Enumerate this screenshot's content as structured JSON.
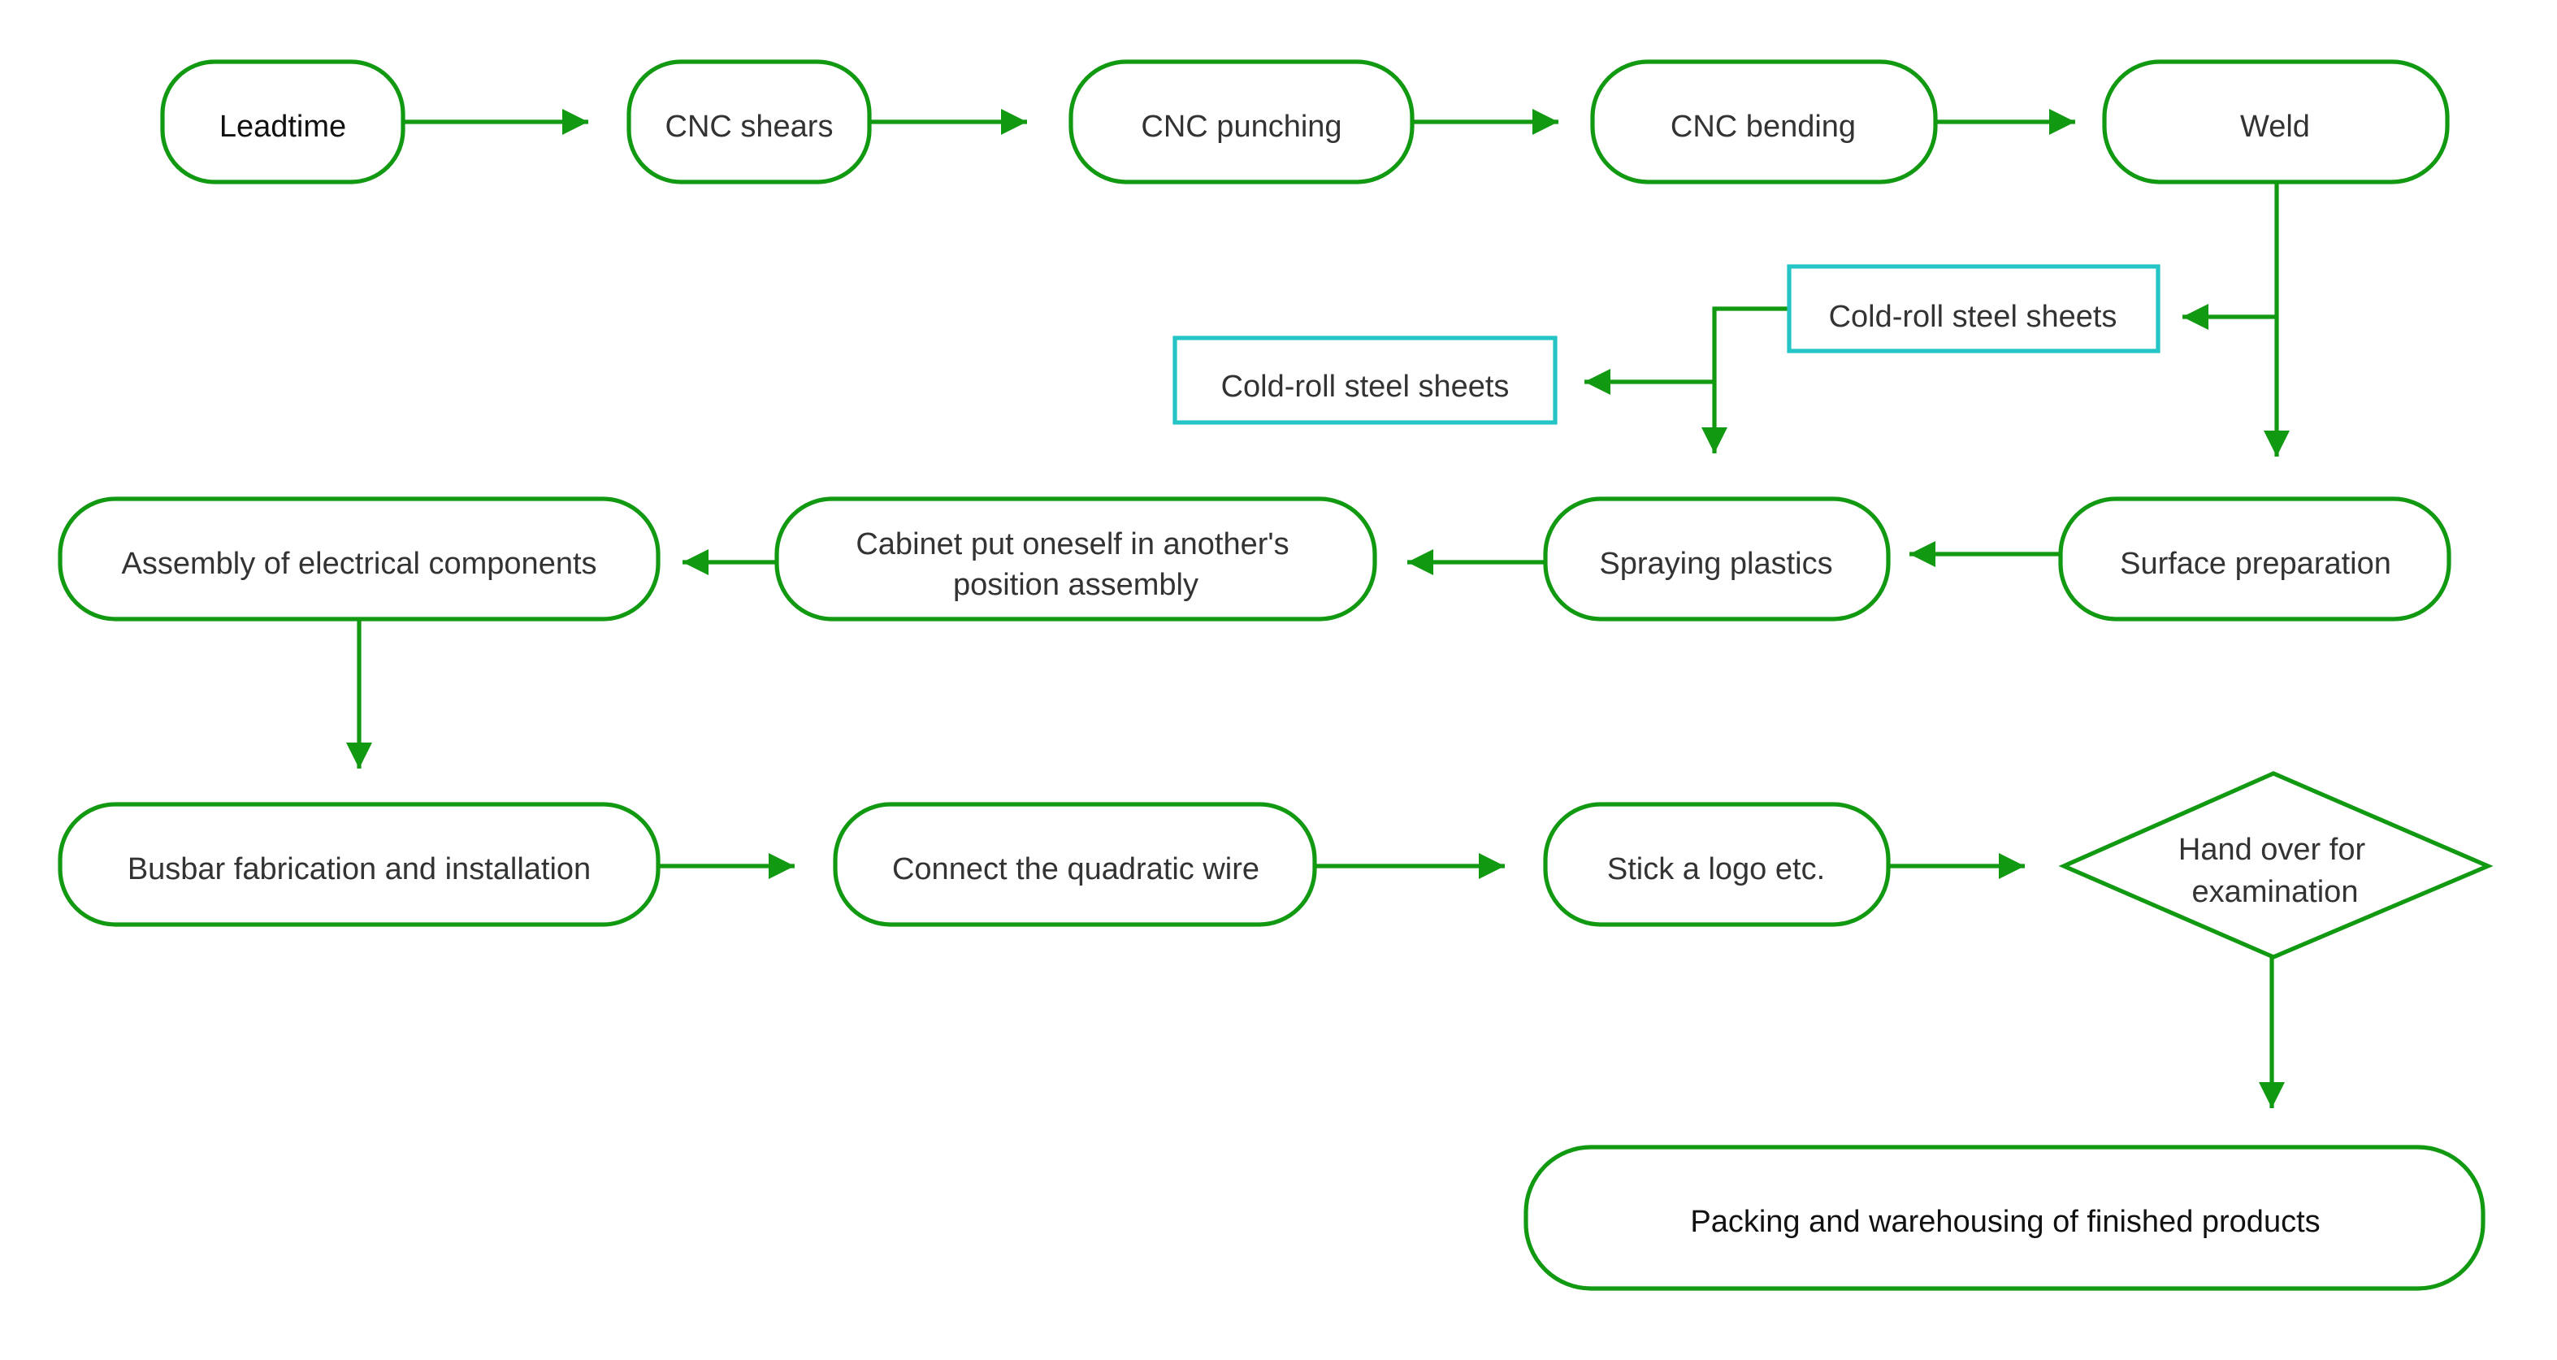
{
  "colors": {
    "process": "#119911",
    "material": "#22c4c4",
    "text": "#333333"
  },
  "nodes": {
    "leadtime": "Leadtime",
    "cnc_shears": "CNC shears",
    "cnc_punching": "CNC punching",
    "cnc_bending": "CNC bending",
    "weld": "Weld",
    "cold_roll_1": "Cold-roll steel sheets",
    "cold_roll_2": "Cold-roll steel sheets",
    "surface_preparation": "Surface preparation",
    "spraying_plastics": "Spraying plastics",
    "cabinet_assembly_line1": "Cabinet put oneself in another's",
    "cabinet_assembly_line2": "position assembly",
    "assembly_electrical": "Assembly of electrical components",
    "busbar": "Busbar fabrication and installation",
    "connect_wire": "Connect the quadratic wire",
    "stick_logo": "Stick a logo etc.",
    "hand_over_line1": "Hand over for",
    "hand_over_line2": "examination",
    "packing": "Packing and warehousing of finished products"
  }
}
